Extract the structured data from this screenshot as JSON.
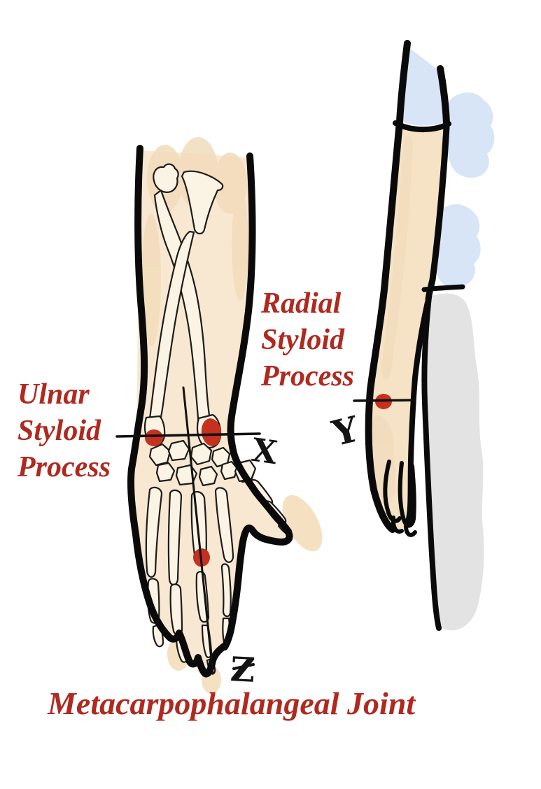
{
  "labels": {
    "ulnar_styloid": {
      "line1": "Ulnar",
      "line2": "Styloid",
      "line3": "Process"
    },
    "radial_styloid": {
      "line1": "Radial",
      "line2": "Styloid",
      "line3": "Process"
    },
    "metacarpophalangeal": {
      "text": "Metacarpophalangeal Joint"
    }
  },
  "marks": {
    "x": "X",
    "y": "Y",
    "z": "Z"
  },
  "markers": {
    "ulnar_styloid_dot": "red landmark dot at ulnar styloid",
    "radial_styloid_dot": "red landmark dot at radial styloid",
    "mcp_joint_dot": "red landmark dot at metacarpophalangeal joint",
    "side_wrist_dot": "red landmark dot on side-view wrist"
  },
  "colors": {
    "label_red": "#B0291F",
    "dot_red": "#C5301F",
    "skin": "#F9E8D1",
    "skin_side": "#F6E3C6",
    "skin_shadow": "#F2DCBB",
    "bone_fill": "#FBF3E3",
    "sleeve_blue": "#D8E5F6",
    "body_gray": "#E3E3E3",
    "ink_black": "#0A0A0A"
  }
}
